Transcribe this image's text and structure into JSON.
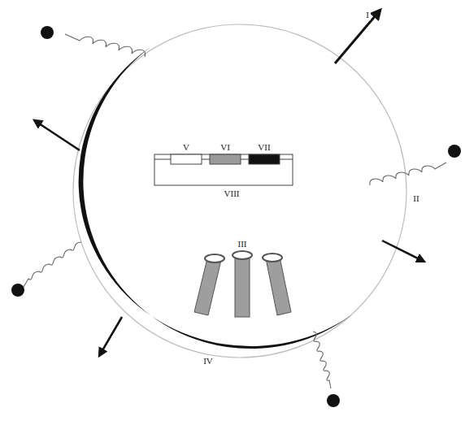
{
  "diagram": {
    "labels": [
      "I",
      "II",
      "III",
      "IV",
      "V",
      "VI",
      "VII",
      "VIII"
    ]
  }
}
